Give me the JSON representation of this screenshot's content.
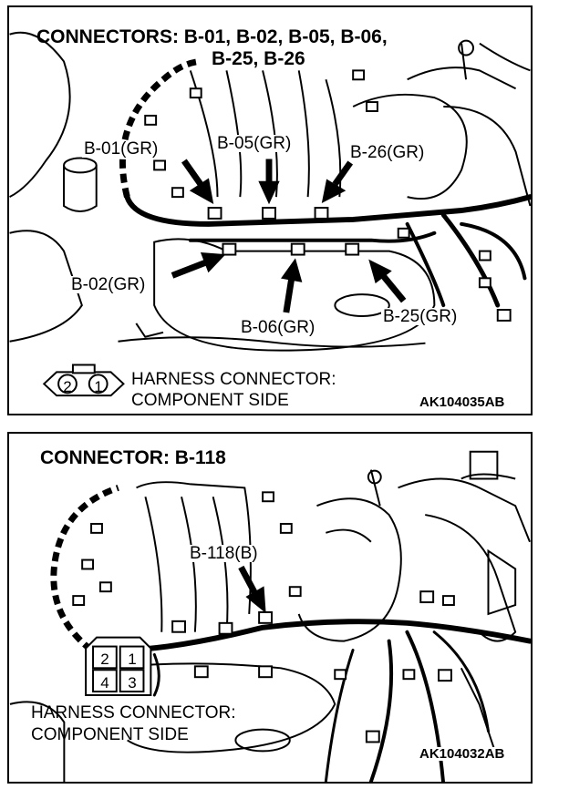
{
  "top": {
    "title_line1": "CONNECTORS: B-01, B-02, B-05, B-06,",
    "title_line2": "B-25, B-26",
    "labels": {
      "b01": "B-01(GR)",
      "b05": "B-05(GR)",
      "b26": "B-26(GR)",
      "b02": "B-02(GR)",
      "b06": "B-06(GR)",
      "b25": "B-25(GR)"
    },
    "pins": [
      "2",
      "1"
    ],
    "legend_line1": "HARNESS CONNECTOR:",
    "legend_line2": "COMPONENT SIDE",
    "code": "AK104035AB"
  },
  "bottom": {
    "title": "CONNECTOR: B-118",
    "labels": {
      "b118": "B-118(B)"
    },
    "pins": [
      "2",
      "1",
      "4",
      "3"
    ],
    "legend_line1": "HARNESS CONNECTOR:",
    "legend_line2": "COMPONENT SIDE",
    "code": "AK104032AB"
  },
  "colors": {
    "ink": "#000000",
    "paper": "#ffffff"
  }
}
